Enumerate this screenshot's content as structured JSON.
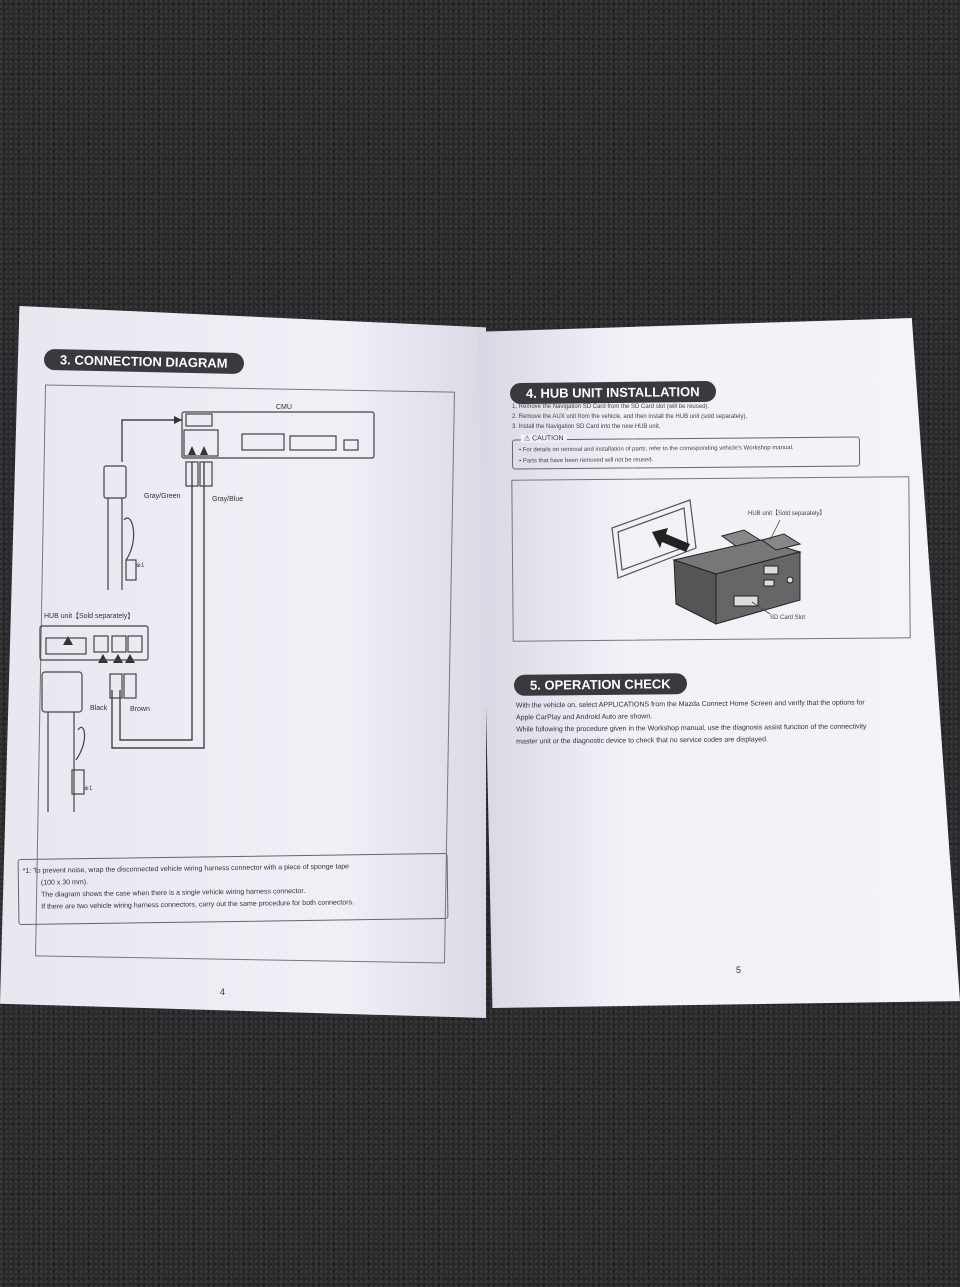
{
  "left_page": {
    "section_title": "3. CONNECTION DIAGRAM",
    "diagram": {
      "cmu_label": "CMU",
      "gray_green_label": "Gray/Green",
      "gray_blue_label": "Gray/Blue",
      "note_ref_top": "※1",
      "hub_unit_label": "HUB unit【Sold separately】",
      "black_label": "Black",
      "brown_label": "Brown",
      "note_ref_bottom": "※1"
    },
    "footnote": {
      "line1": "*1: To prevent noise, wrap the disconnected vehicle wiring harness connector with a piece of sponge tape",
      "line2": "(100 x 30 mm).",
      "line3": "The diagram shows the case when there is a single vehicle wiring harness connector.",
      "line4": "If there are two vehicle wiring harness connectors, carry out the same procedure for both connectors."
    },
    "page_number": "4"
  },
  "right_page": {
    "section4_title": "4. HUB UNIT INSTALLATION",
    "steps": [
      "1. Remove the Navigation SD Card from the SD Card slot (will be reused).",
      "2. Remove the AUX unit from the vehicle, and then install the HUB unit (sold separately).",
      "3. Install the Navigation SD Card into the new HUB unit."
    ],
    "caution": {
      "title": "CAUTION",
      "items": [
        "For details on removal and installation of parts, refer to the corresponding vehicle's Workshop manual.",
        "Parts that have been removed will not be reused."
      ]
    },
    "illustration": {
      "hub_label": "HUB unit【Sold separately】",
      "sd_label": "SD Card Slot"
    },
    "section5_title": "5. OPERATION CHECK",
    "operation_text": [
      "With the vehicle on, select APPLICATIONS from the Mazda Connect Home Screen and verify that the options for",
      "Apple CarPlay and Android Auto are shown.",
      "While following the procedure given in the Workshop manual, use the diagnosis assist function of the connectivity",
      "master unit or the diagnostic device to check that no service codes are displayed."
    ],
    "page_number": "5"
  }
}
